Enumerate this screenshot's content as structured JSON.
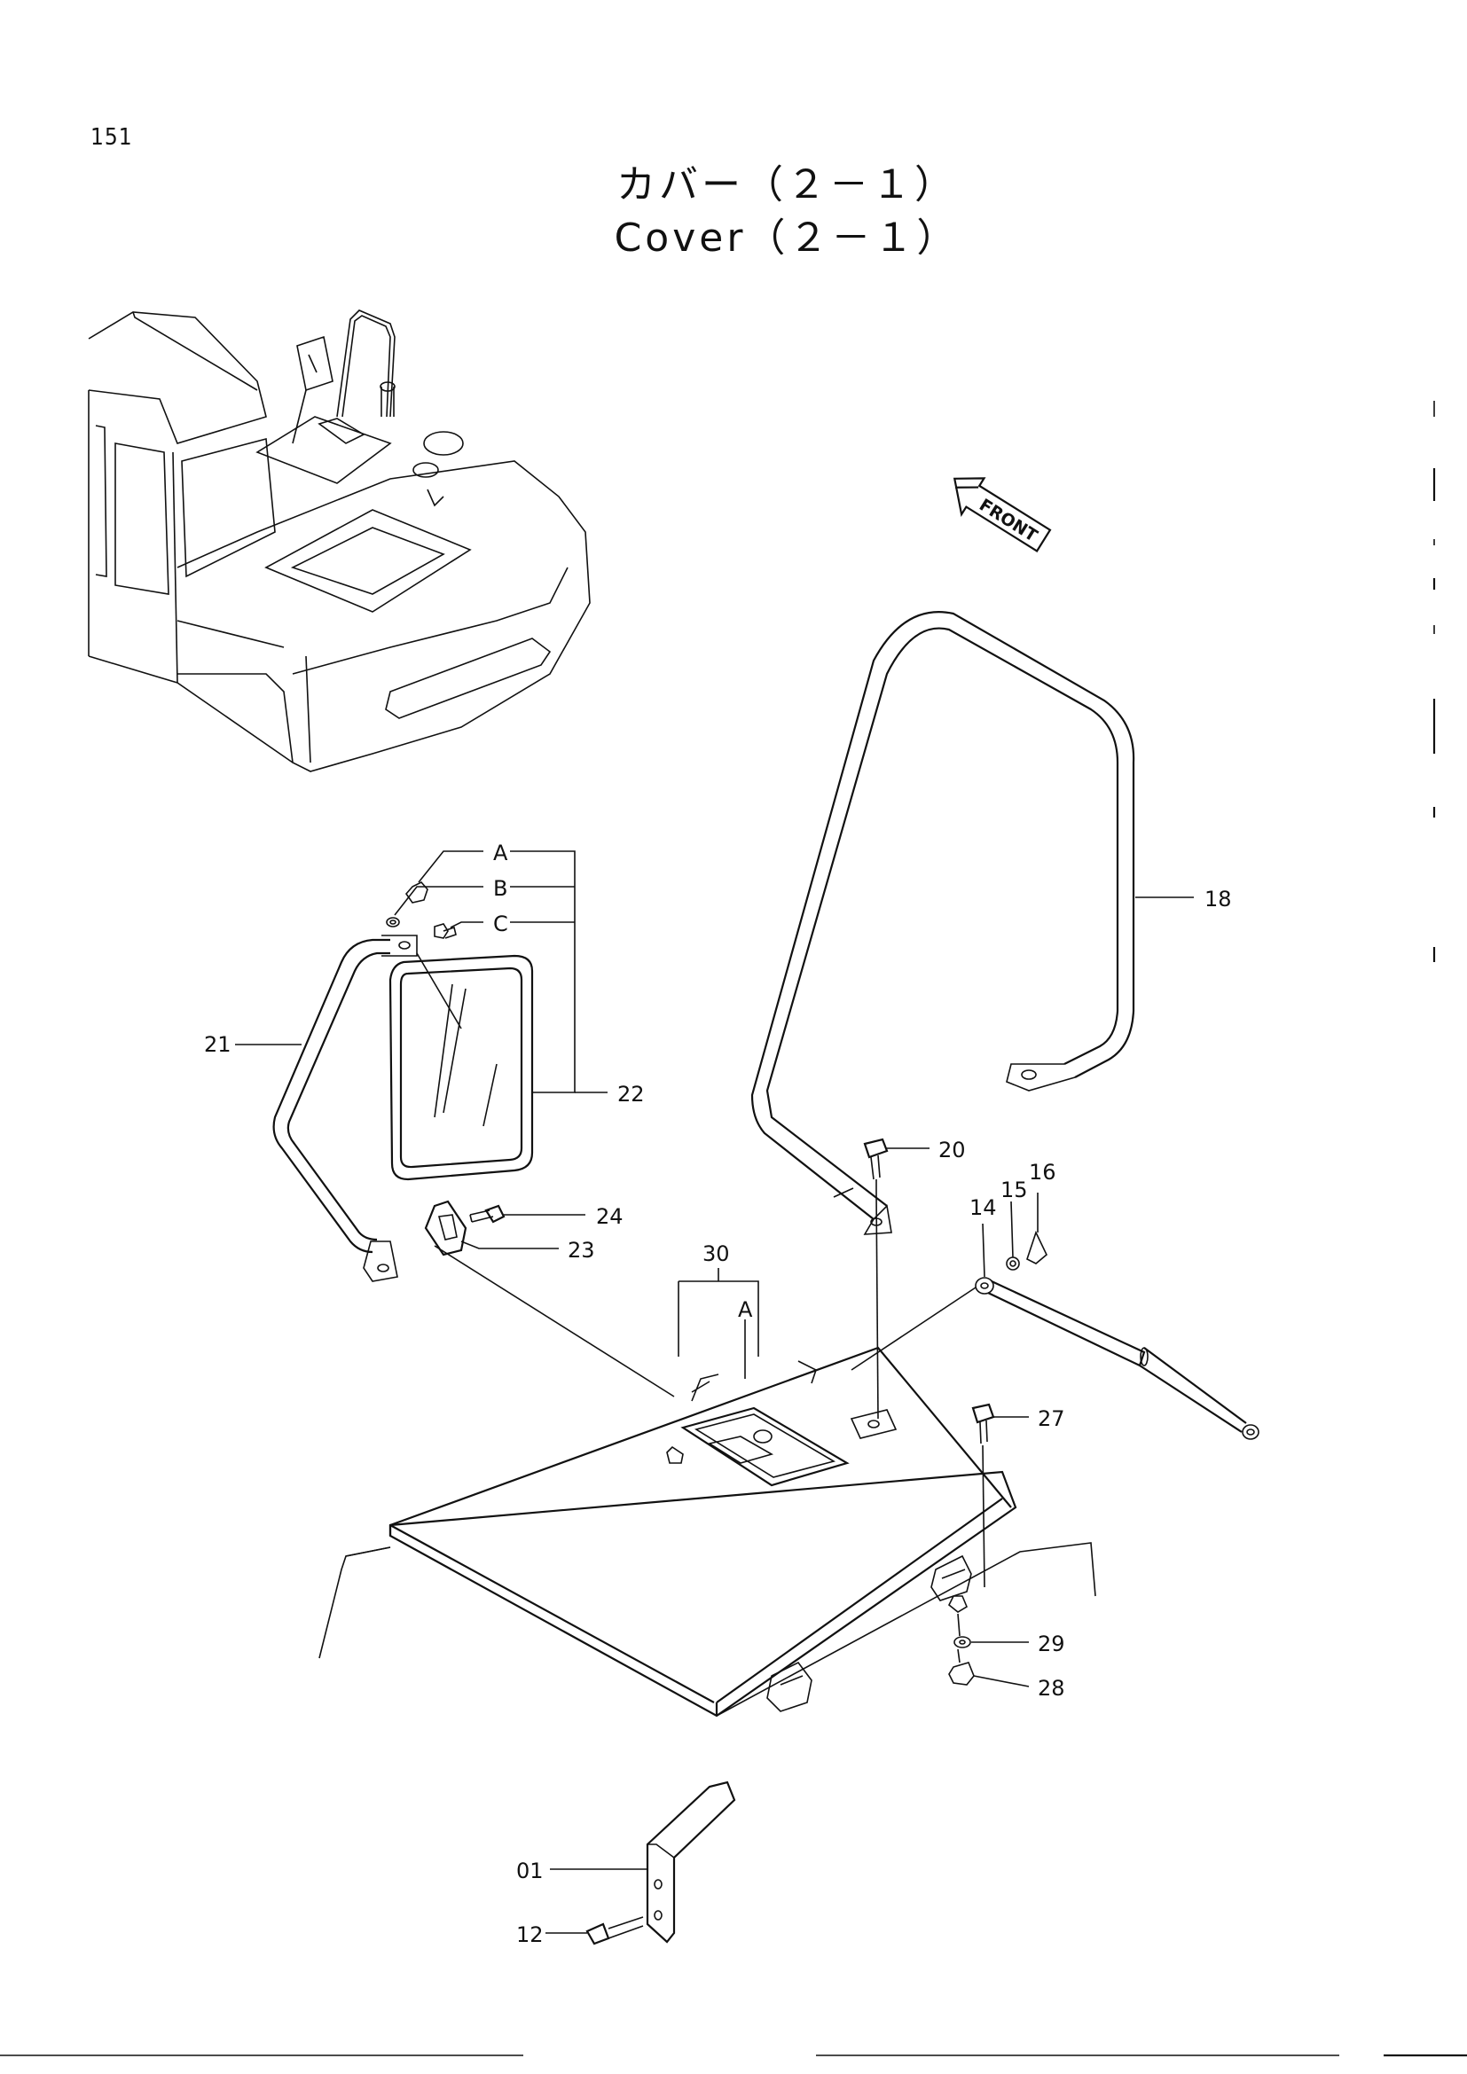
{
  "page_number": "151",
  "title_jp": "カバー（２－１）",
  "title_en": "Cover（２－１）",
  "direction_label": "FRONT",
  "part_labels": {
    "p01": "01",
    "p12": "12",
    "p14": "14",
    "p15": "15",
    "p16": "16",
    "p18": "18",
    "p20": "20",
    "p21": "21",
    "p22": "22",
    "p23": "23",
    "p24": "24",
    "p27": "27",
    "p28": "28",
    "p29": "29",
    "p30": "30",
    "subA_top": "A",
    "subB": "B",
    "subC": "C",
    "subA_latch": "A"
  }
}
